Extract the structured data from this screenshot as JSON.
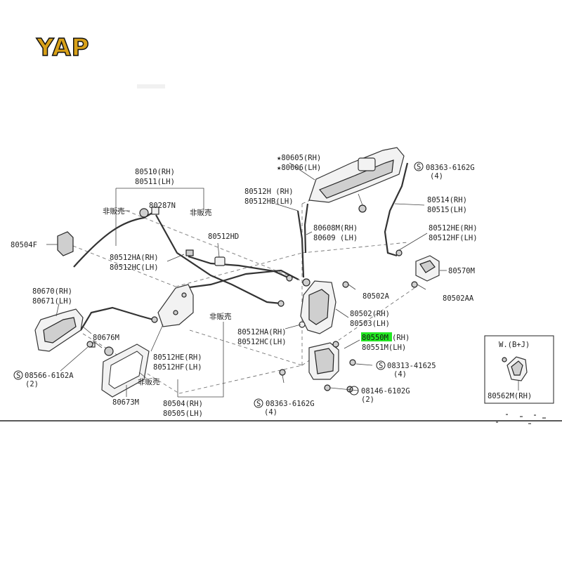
{
  "logo": "YAP",
  "labels": {
    "p80605": "★80605(RH)",
    "p80606": "★80606(LH)",
    "s08363_top": "08363-6162G",
    "s08363_top_qty": "(4)",
    "p80510": "80510(RH)",
    "p80511": "80511(LH)",
    "p80512h": "80512H (RH)",
    "p80512hb": "80512HB(LH)",
    "p80514": "80514(RH)",
    "p80515": "80515(LH)",
    "hiban1": "非販売",
    "p80287n": "80287N",
    "hiban2": "非販売",
    "p80512hd": "80512HD",
    "p80608m": "80608M(RH)",
    "p80609": "80609 (LH)",
    "p80512he_r": "80512HE(RH)",
    "p80512hf_r": "80512HF(LH)",
    "p80504f": "80504F",
    "p80512ha_top": "80512HA(RH)",
    "p80512hc_top": "80512HC(LH)",
    "p80570m": "80570M",
    "p80502a": "80502A",
    "p80502aa": "80502AA",
    "p80670": "80670(RH)",
    "p80671": "80671(LH)",
    "hiban3": "非販売",
    "p80502": "80502(RH)",
    "p80503": "80503(LH)",
    "p80676m": "80676M",
    "p80512ha_mid": "80512HA(RH)",
    "p80512hc_mid": "80512HC(LH)",
    "p80550m_hl": "80550M",
    "p80550m_rh": "(RH)",
    "p80551m": "80551M(LH)",
    "p80512he_l": "80512HE(RH)",
    "p80512hf_l": "80512HF(LH)",
    "s08313": "08313-41625",
    "s08313_qty": "(4)",
    "s08566": "08566-6162A",
    "s08566_qty": "(2)",
    "hiban4": "非販売",
    "s08146": "08146-6102G",
    "s08146_qty": "(2)",
    "p80673m": "80673M",
    "p80504": "80504(RH)",
    "p80505": "80505(LH)",
    "s08363_bot": "08363-6162G",
    "s08363_bot_qty": "(4)",
    "inset_title": "W.(B+J)",
    "p80562m": "80562M(RH)",
    "s_symbol": "S"
  },
  "colors": {
    "highlight": "#22e822",
    "logo_fill": "#d8a018",
    "ink": "#222222"
  }
}
